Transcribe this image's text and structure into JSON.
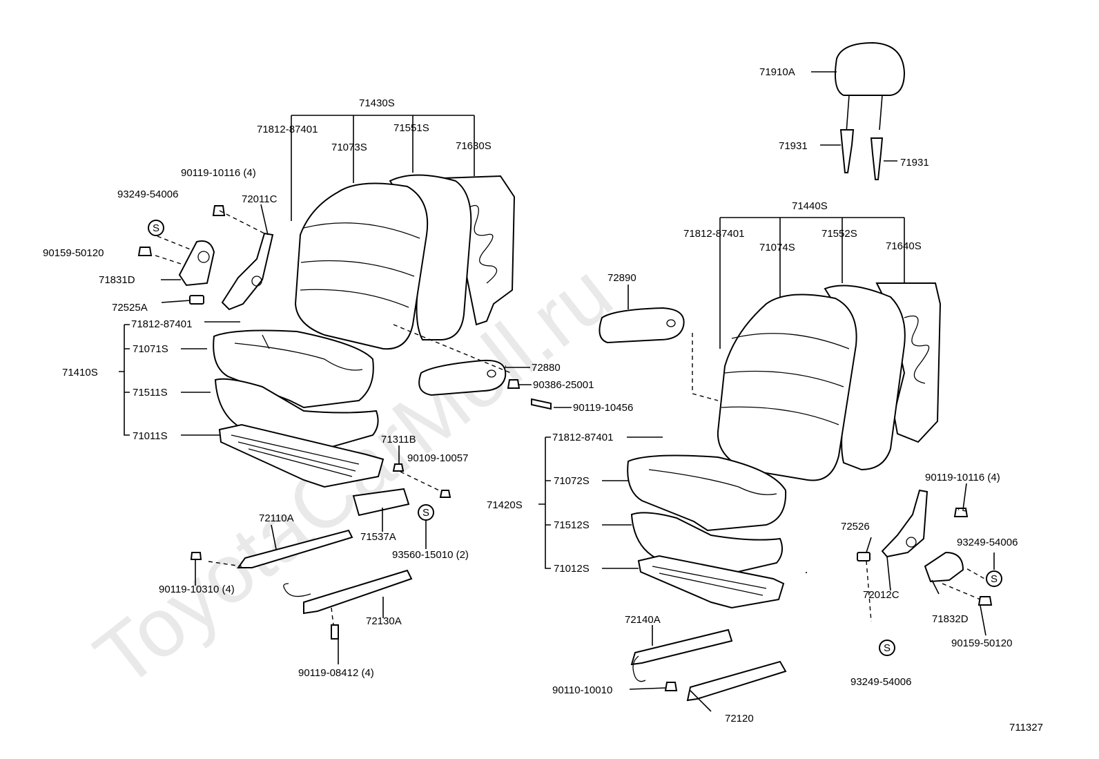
{
  "watermark": "ToyotaCarMoll.ru",
  "diagram_id": "711327",
  "labels": {
    "l_71430S": "71430S",
    "l_71812_a": "71812-87401",
    "l_71073S": "71073S",
    "l_71551S": "71551S",
    "l_71630S": "71630S",
    "l_90119_10116_a": "90119-10116 (4)",
    "l_72011C": "72011C",
    "l_93249_a": "93249-54006",
    "l_90159_a": "90159-50120",
    "l_71831D": "71831D",
    "l_72525A": "72525A",
    "l_71812_b": "71812-87401",
    "l_71071S": "71071S",
    "l_71410S": "71410S",
    "l_71511S": "71511S",
    "l_71011S": "71011S",
    "l_72880": "72880",
    "l_90386": "90386-25001",
    "l_90119_10456": "90119-10456",
    "l_71311B": "71311B",
    "l_90109": "90109-10057",
    "l_72110A": "72110A",
    "l_71537A": "71537A",
    "l_93560": "93560-15010 (2)",
    "l_90119_10310": "90119-10310 (4)",
    "l_72130A": "72130A",
    "l_90119_08412": "90119-08412 (4)",
    "l_71910A": "71910A",
    "l_71931_a": "71931",
    "l_71931_b": "71931",
    "l_71440S": "71440S",
    "l_71812_c": "71812-87401",
    "l_71074S": "71074S",
    "l_71552S": "71552S",
    "l_71640S": "71640S",
    "l_72890": "72890",
    "l_71812_d": "71812-87401",
    "l_71072S": "71072S",
    "l_71420S": "71420S",
    "l_71512S": "71512S",
    "l_71012S": "71012S",
    "l_90119_10116_b": "90119-10116 (4)",
    "l_72526": "72526",
    "l_93249_b": "93249-54006",
    "l_72012C": "72012C",
    "l_71832D": "71832D",
    "l_90159_b": "90159-50120",
    "l_72140A": "72140A",
    "l_90110": "90110-10010",
    "l_72120": "72120",
    "l_93249_c": "93249-54006",
    "s_mark": "S"
  }
}
